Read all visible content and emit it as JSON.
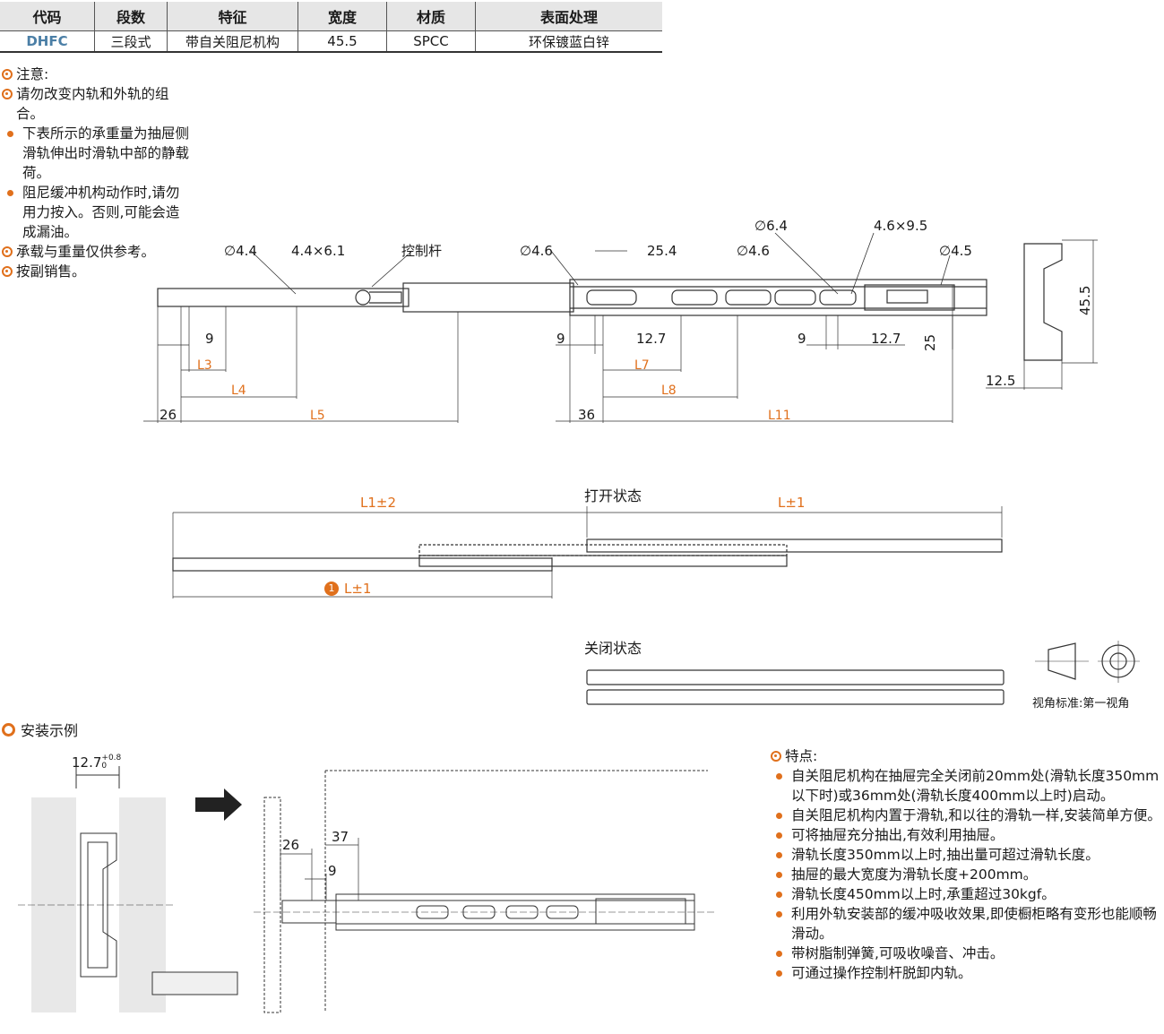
{
  "spec_table": {
    "headers": [
      "代码",
      "段数",
      "特征",
      "宽度",
      "材质",
      "表面处理"
    ],
    "row": [
      "DHFC",
      "三段式",
      "带自关阻尼机构",
      "45.5",
      "SPCC",
      "环保镀蓝白锌"
    ]
  },
  "notes": {
    "title": "注意:",
    "items": [
      {
        "text": "请勿改变内轨和外轨的组合。"
      },
      {
        "text": "下表所示的承重量为抽屉侧滑轨伸出时滑轨中部的静载荷。"
      },
      {
        "text": "阻尼缓冲机构动作时,请勿用力按入。否则,可能会造成漏油。"
      },
      {
        "text": "承载与重量仅供参考。"
      },
      {
        "text": "按副销售。"
      }
    ]
  },
  "side_view": {
    "hole_labels": [
      "∅4.4",
      "4.4×6.1",
      "控制杆",
      "∅4.6",
      "25.4",
      "∅6.4",
      "4.6×9.5",
      "∅4.6",
      "∅4.5"
    ],
    "dims": [
      "9",
      "9",
      "12.7",
      "9",
      "12.7",
      "25",
      "26",
      "36",
      "12.5",
      "45.5"
    ],
    "L_labels": [
      "L3",
      "L4",
      "L5",
      "L7",
      "L8",
      "L11"
    ]
  },
  "open_state": {
    "title": "打开状态",
    "l1": "L1±2",
    "l_top": "L±1",
    "l_bottom": "L±1",
    "badge": "1"
  },
  "closed_state": {
    "title": "关闭状态",
    "view_note": "视角标准:第一视角"
  },
  "install": {
    "title": "安装示例",
    "width_dim": "12.7",
    "tol_plus": "+0.8",
    "tol_minus": "0",
    "dims": [
      "26",
      "37",
      "9"
    ]
  },
  "features": {
    "title": "特点:",
    "items": [
      {
        "text": "自关阻尼机构在抽屉完全关闭前20mm处(滑轨长度350mm以下时)或36mm处(滑轨长度400mm以上时)启动。"
      },
      {
        "text": "自关阻尼机构内置于滑轨,和以往的滑轨一样,安装简单方便。"
      },
      {
        "text": "可将抽屉充分抽出,有效利用抽屉。"
      },
      {
        "text": "滑轨长度350mm以上时,抽出量可超过滑轨长度。"
      },
      {
        "text": "抽屉的最大宽度为滑轨长度+200mm。"
      },
      {
        "text": "滑轨长度450mm以上时,承重超过30kgf。"
      },
      {
        "text": "利用外轨安装部的缓冲吸收效果,即使橱柜略有变形也能顺畅滑动。"
      },
      {
        "text": "带树脂制弹簧,可吸收噪音、冲击。"
      },
      {
        "text": "可通过操作控制杆脱卸内轨。"
      }
    ]
  }
}
